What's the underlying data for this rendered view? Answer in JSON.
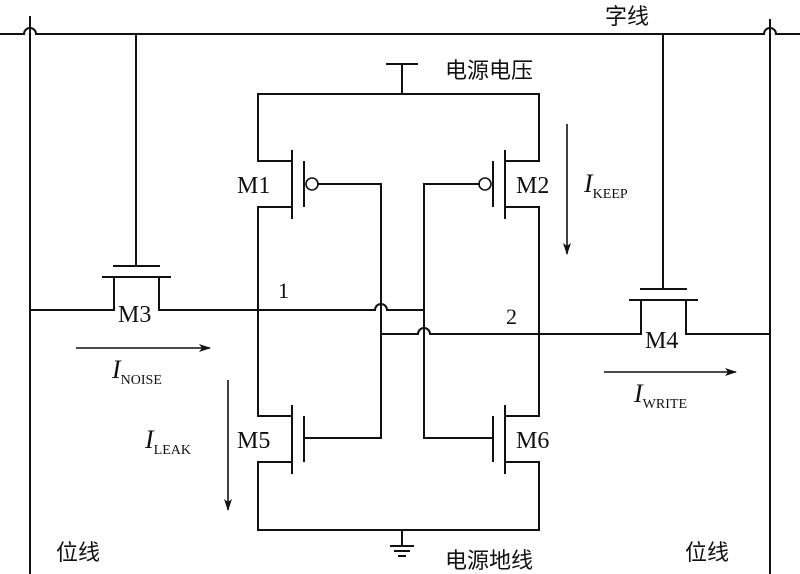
{
  "diagram": {
    "type": "6T SRAM cell schematic",
    "labels": {
      "word_line": "字线",
      "vdd": "电源电压",
      "gnd": "电源地线",
      "bit_line_left": "位线",
      "bit_line_right": "位线"
    },
    "nodes": {
      "node1": "1",
      "node2": "2"
    },
    "transistors": [
      {
        "id": "M1",
        "label": "M1",
        "type": "PMOS",
        "role": "pull-up left"
      },
      {
        "id": "M2",
        "label": "M2",
        "type": "PMOS",
        "role": "pull-up right"
      },
      {
        "id": "M3",
        "label": "M3",
        "type": "NMOS",
        "role": "access left"
      },
      {
        "id": "M4",
        "label": "M4",
        "type": "NMOS",
        "role": "access right"
      },
      {
        "id": "M5",
        "label": "M5",
        "type": "NMOS",
        "role": "pull-down left"
      },
      {
        "id": "M6",
        "label": "M6",
        "type": "NMOS",
        "role": "pull-down right"
      }
    ],
    "currents": [
      {
        "id": "keep",
        "symbol": "I",
        "subscript": "KEEP",
        "direction": "down"
      },
      {
        "id": "noise",
        "symbol": "I",
        "subscript": "NOISE",
        "direction": "right"
      },
      {
        "id": "leak",
        "symbol": "I",
        "subscript": "LEAK",
        "direction": "down"
      },
      {
        "id": "write",
        "symbol": "I",
        "subscript": "WRITE",
        "direction": "right"
      }
    ]
  }
}
